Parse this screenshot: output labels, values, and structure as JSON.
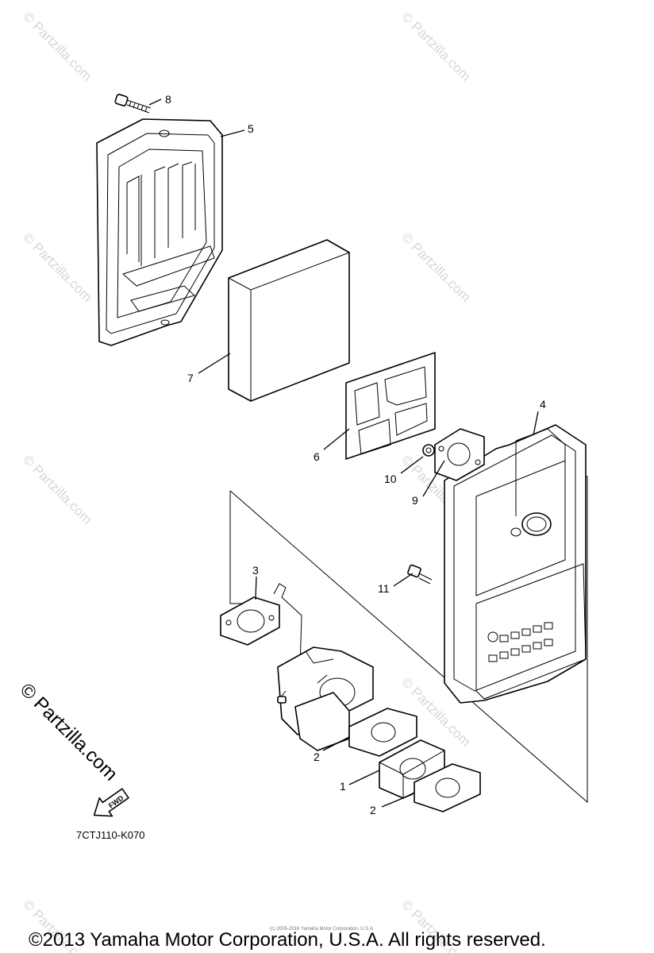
{
  "watermark": "© Partzilla.com",
  "diagram_code": "7CTJ110-K070",
  "fwd_label": "FWD",
  "copyright": "©2013 Yamaha Motor Corporation, U.S.A. All rights reserved.",
  "small_copyright": "(c) 2005-2016 Yamaha Motor Corporation, U.S.A.",
  "callouts": {
    "p1": "1",
    "p2a": "2",
    "p2b": "2",
    "p3": "3",
    "p4": "4",
    "p5": "5",
    "p6": "6",
    "p7": "7",
    "p8": "8",
    "p9": "9",
    "p10": "10",
    "p11": "11"
  }
}
